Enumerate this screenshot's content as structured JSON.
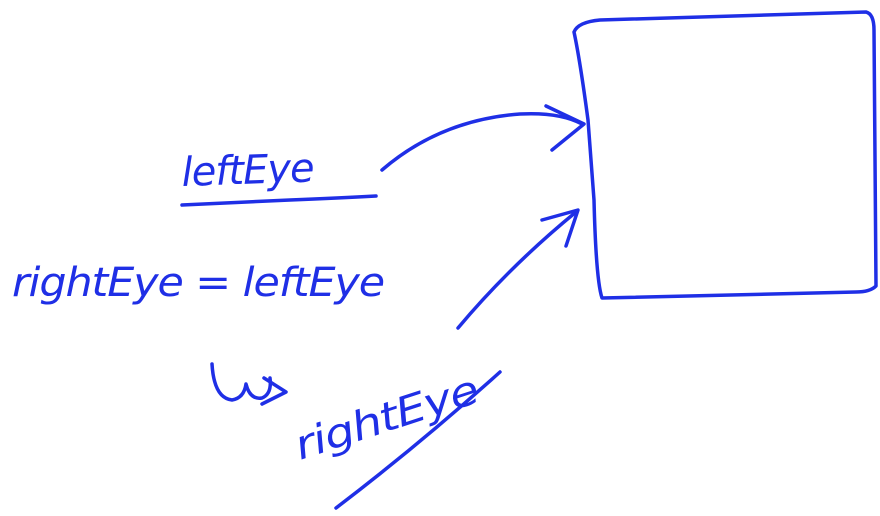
{
  "labels": {
    "left_eye": "leftEye",
    "assignment": "rightEye = leftEye",
    "right_eye": "rightEye"
  },
  "colors": {
    "ink": "#1f2fe6",
    "background": "#ffffff"
  }
}
